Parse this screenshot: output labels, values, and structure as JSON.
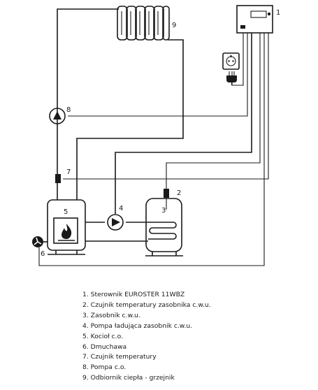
{
  "diagram": {
    "callouts": {
      "controller": "1",
      "dhw_sensor": "2",
      "dhw_tank": "3",
      "loading_pump": "4",
      "boiler": "5",
      "blower": "6",
      "temp_sensor": "7",
      "ch_pump": "8",
      "radiator": "9"
    }
  },
  "legend": {
    "items": [
      "1. Sterownik EUROSTER 11WBZ",
      "2. Czujnik temperatury zasobnika c.w.u.",
      "3. Zasobnik c.w.u.",
      "4. Pompa ładująca zasobnik c.w.u.",
      "5. Kocioł c.o.",
      "6. Dmuchawa",
      "7. Czujnik temperatury",
      "8. Pompa c.o.",
      "9. Odbiornik ciepła - grzejnik"
    ]
  },
  "colors": {
    "line": "#1a1a1a",
    "background": "#ffffff"
  }
}
